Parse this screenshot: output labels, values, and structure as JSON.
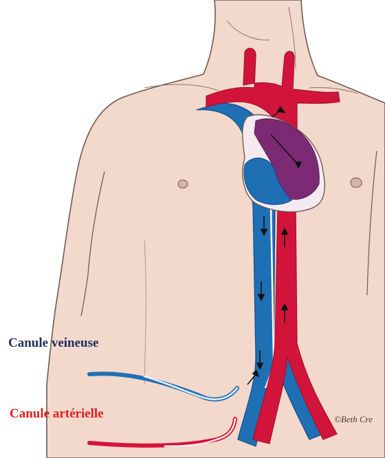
{
  "labels": {
    "venous_cannula": "Canule veineuse",
    "arterial_cannula": "Canule artérielle",
    "credit": "©Beth Cre"
  },
  "colors": {
    "skin": "#f3d8cc",
    "skin_outline": "#6d5a50",
    "vein_blue": "#1f6fb4",
    "vein_blue_dark": "#0f4f8c",
    "artery_red": "#d3143a",
    "artery_dark": "#a60e2c",
    "heart_purple": "#7b2a73",
    "venous_label": "#1f2f5c",
    "arterial_label": "#e01e1e"
  },
  "icons": [
    "flow-arrow-icon"
  ]
}
